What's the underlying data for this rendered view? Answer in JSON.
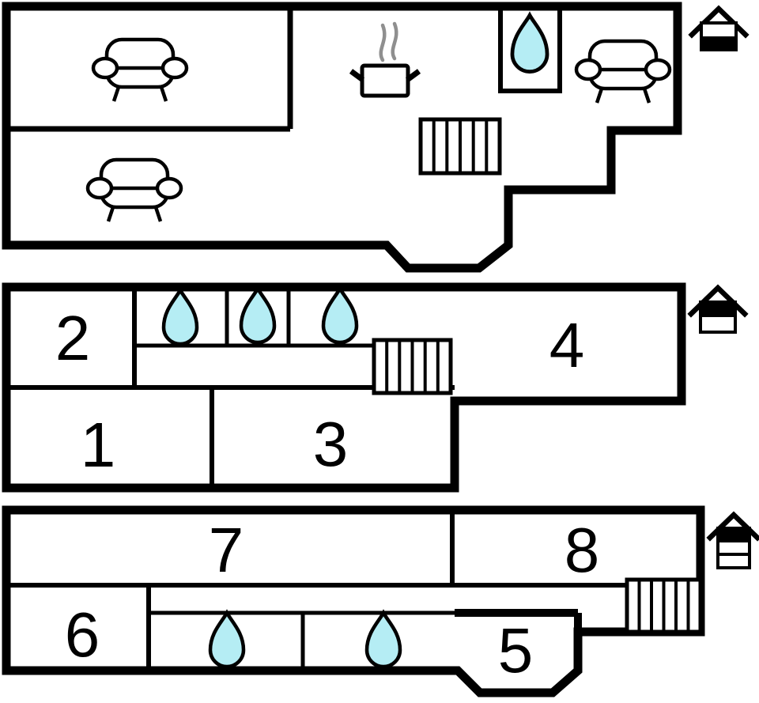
{
  "colors": {
    "wall": "#000000",
    "background": "#ffffff",
    "water_drop": "#b5edf4",
    "steam": "#8f8f8f"
  },
  "floors": [
    {
      "id": "floor-top",
      "level_indicator": {
        "icon": "house-2-levels",
        "highlighted_band": "bottom"
      },
      "rooms": [],
      "icons": [
        "sofa",
        "sofa",
        "sofa",
        "cooking-pot",
        "steam",
        "water-drop",
        "stairs"
      ]
    },
    {
      "id": "floor-middle",
      "level_indicator": {
        "icon": "house-2-levels",
        "highlighted_band": "top"
      },
      "rooms": [
        {
          "label": "1"
        },
        {
          "label": "2"
        },
        {
          "label": "3"
        },
        {
          "label": "4"
        }
      ],
      "icons": [
        "water-drop",
        "water-drop",
        "water-drop",
        "stairs"
      ]
    },
    {
      "id": "floor-bottom",
      "level_indicator": {
        "icon": "house-3-levels",
        "highlighted_band": "top"
      },
      "rooms": [
        {
          "label": "5"
        },
        {
          "label": "6"
        },
        {
          "label": "7"
        },
        {
          "label": "8"
        }
      ],
      "icons": [
        "water-drop",
        "water-drop",
        "stairs"
      ]
    }
  ]
}
